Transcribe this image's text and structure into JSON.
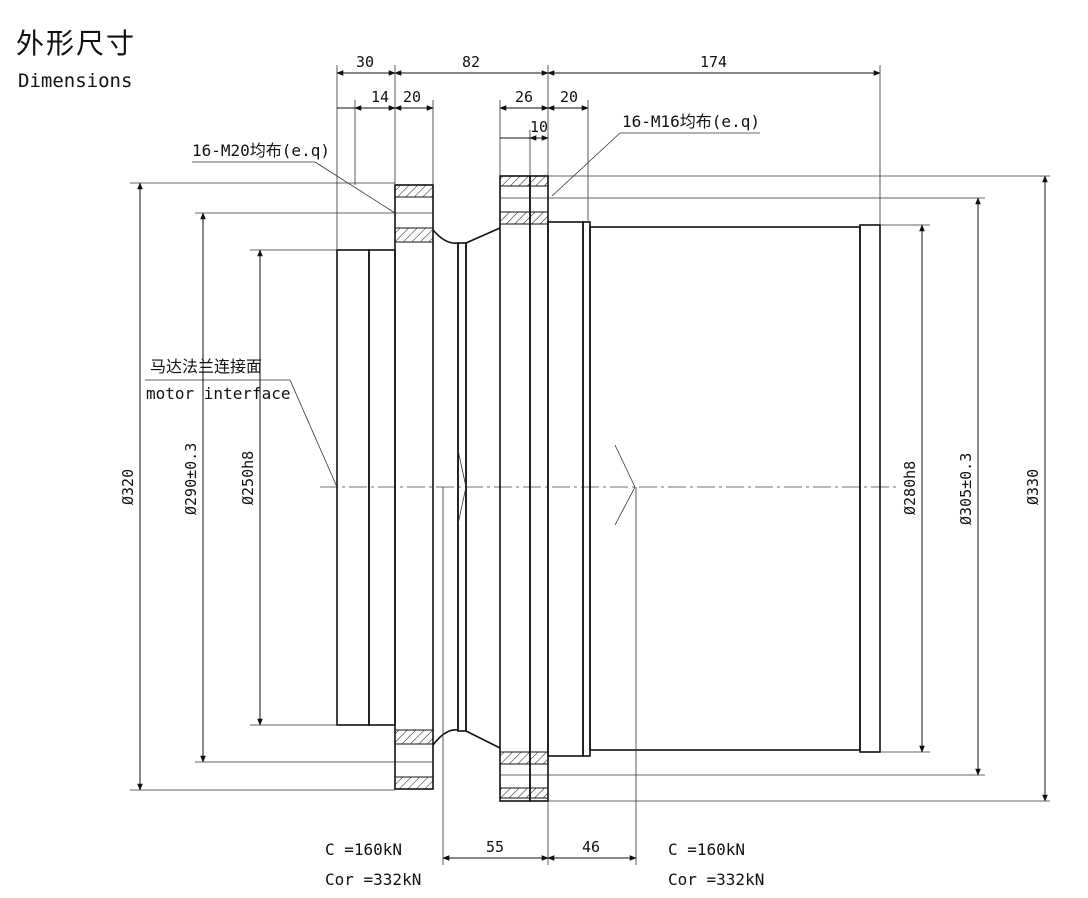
{
  "title": {
    "cn": "外形尺寸",
    "en": "Dimensions"
  },
  "dimensions_top": {
    "d30": "30",
    "d82": "82",
    "d174": "174",
    "d14": "14",
    "d20a": "20",
    "d26": "26",
    "d20b": "20",
    "d10": "10"
  },
  "callouts": {
    "bolt_left": "16-M20均布(e.q)",
    "bolt_right": "16-M16均布(e.q)",
    "motor_cn": "马达法兰连接面",
    "motor_en": "motor interface"
  },
  "diameters": {
    "d320": "Ø320",
    "d290": "Ø290±0.3",
    "d250": "Ø250h8",
    "d280": "Ø280h8",
    "d305": "Ø305±0.3",
    "d330": "Ø330"
  },
  "dimensions_bottom": {
    "d55": "55",
    "d46": "46"
  },
  "ratings_left": {
    "c": "C =160kN",
    "cor": "Cor =332kN"
  },
  "ratings_right": {
    "c": "C =160kN",
    "cor": "Cor =332kN"
  }
}
